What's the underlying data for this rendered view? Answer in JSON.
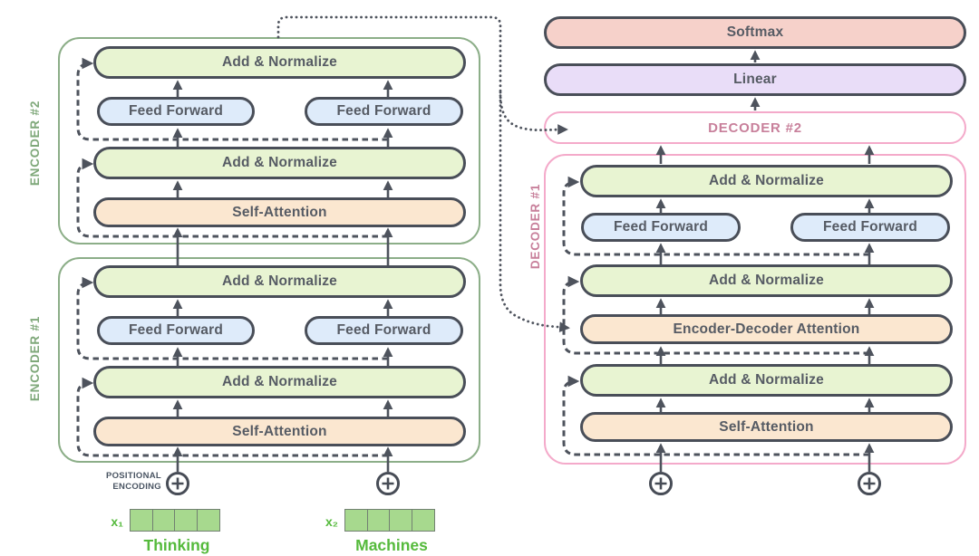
{
  "diagram": {
    "encoder2": {
      "label": "ENCODER #2",
      "add_norm_top": "Add & Normalize",
      "feed_forward_left": "Feed Forward",
      "feed_forward_right": "Feed Forward",
      "add_norm_mid": "Add & Normalize",
      "self_attention": "Self-Attention"
    },
    "encoder1": {
      "label": "ENCODER #1",
      "add_norm_top": "Add & Normalize",
      "feed_forward_left": "Feed Forward",
      "feed_forward_right": "Feed Forward",
      "add_norm_mid": "Add & Normalize",
      "self_attention": "Self-Attention"
    },
    "output_stack": {
      "softmax": "Softmax",
      "linear": "Linear",
      "decoder2_label": "DECODER #2"
    },
    "decoder1": {
      "label": "DECODER #1",
      "add_norm_top": "Add & Normalize",
      "feed_forward_left": "Feed Forward",
      "feed_forward_right": "Feed Forward",
      "add_norm_mid": "Add & Normalize",
      "encoder_decoder_attention": "Encoder-Decoder Attention",
      "add_norm_bottom": "Add & Normalize",
      "self_attention": "Self-Attention"
    },
    "inputs": {
      "positional_encoding_line1": "POSITIONAL",
      "positional_encoding_line2": "ENCODING",
      "x1_label": "x₁",
      "x2_label": "x₂",
      "word1": "Thinking",
      "word2": "Machines"
    }
  },
  "colors": {
    "add_norm_fill": "#E8F4D2",
    "feed_forward_fill": "#DEEBFA",
    "attention_fill": "#FBE7D0",
    "softmax_fill": "#F6D1CA",
    "linear_fill": "#E9DDF8",
    "encoder_border": "#8CAE88",
    "decoder_border": "#F4AACA",
    "encoder_label_text": "#7FA87A",
    "decoder_label_text": "#C8809B",
    "wire": "#4E535D",
    "box_border": "#494E58",
    "box_text": "#565B64",
    "word_green": "#55BA3C",
    "embedding_fill": "#A7D98E"
  }
}
